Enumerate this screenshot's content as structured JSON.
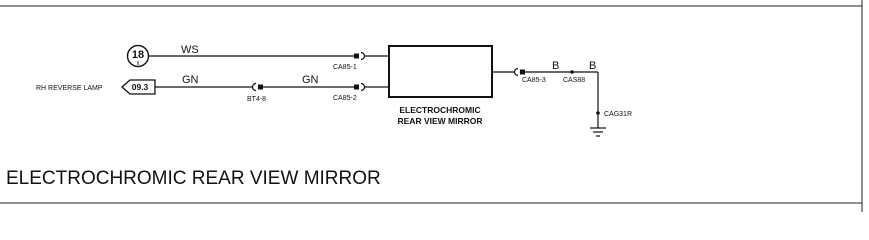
{
  "diagram": {
    "title": "ELECTROCHROMIC REAR VIEW MIRROR",
    "component": {
      "line1": "ELECTROCHROMIC",
      "line2": "REAR VIEW MIRROR"
    },
    "left_ref": {
      "number": "18",
      "sub": "II"
    },
    "input": {
      "label": "RH REVERSE LAMP",
      "ref": "09.3"
    },
    "wires": {
      "ws": "WS",
      "gn_left": "GN",
      "gn_right": "GN",
      "b_left": "B",
      "b_right": "B"
    },
    "connectors": {
      "ca85_1": "CA85-1",
      "ca85_2": "CA85-2",
      "ca85_3": "CA85-3",
      "bt4_8": "BT4-8",
      "cas88": "CAS88",
      "cag31r": "CAG31R"
    }
  }
}
